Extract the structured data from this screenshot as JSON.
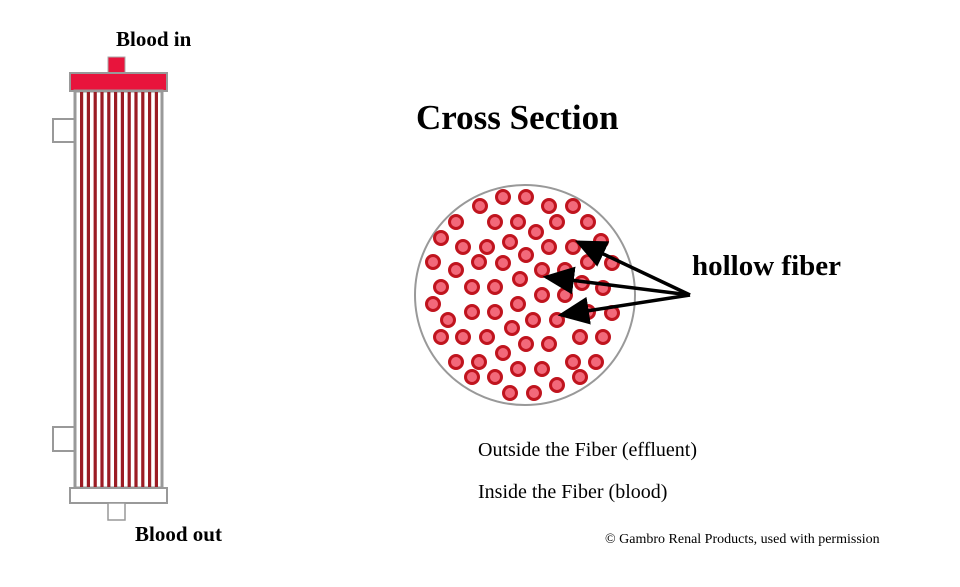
{
  "labels": {
    "blood_in": "Blood in",
    "blood_out": "Blood out",
    "cross_section": "Cross Section",
    "hollow_fiber": "hollow fiber",
    "outside_fiber": "Outside the Fiber (effluent)",
    "inside_fiber": "Inside the Fiber (blood)",
    "credit": "© Gambro Renal Products, used with permission"
  },
  "colors": {
    "cap_red": "#e8143c",
    "fiber_stroke": "#c0141e",
    "fiber_fill": "#f2697a",
    "stripe": "#9b1c24",
    "housing": "#999999"
  }
}
